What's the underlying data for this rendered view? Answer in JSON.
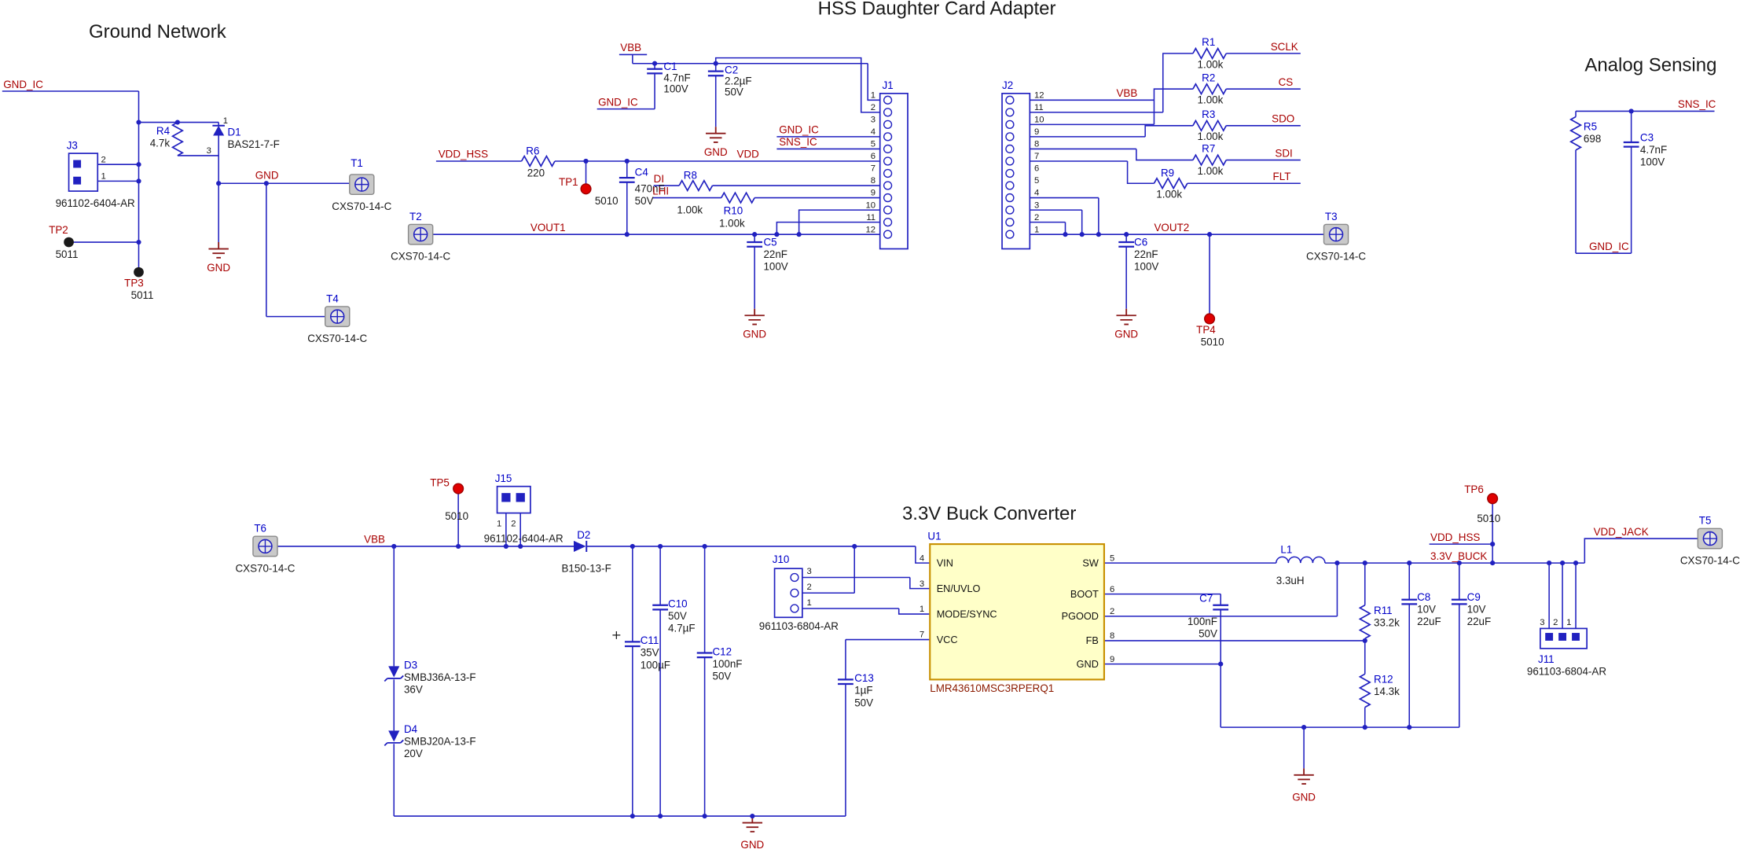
{
  "titles": {
    "ground_network": "Ground Network",
    "adapter": "HSS Daughter Card Adapter",
    "analog": "Analog Sensing",
    "buck": "3.3V Buck Converter"
  },
  "nets": {
    "gnd_ic": "GND_IC",
    "gnd": "GND",
    "vbb": "VBB",
    "vdd_hss": "VDD_HSS",
    "vdd": "VDD",
    "sns_ic": "SNS_IC",
    "sclk": "SCLK",
    "cs": "CS",
    "sdo": "SDO",
    "sdi": "SDI",
    "flt": "FLT",
    "di": "DI",
    "lhi": "LHI",
    "vout1": "VOUT1",
    "vout2": "VOUT2",
    "v33_buck": "3.3V_BUCK",
    "vdd_jack": "VDD_JACK"
  },
  "testpoints": {
    "tp1": "TP1",
    "tp2": "TP2",
    "tp3": "TP3",
    "tp4": "TP4",
    "tp5": "TP5",
    "tp6": "TP6",
    "val_5010": "5010",
    "val_5011": "5011"
  },
  "test_jacks": {
    "t1": "T1",
    "t2": "T2",
    "t3": "T3",
    "t4": "T4",
    "t5": "T5",
    "t6": "T6",
    "part": "CXS70-14-C"
  },
  "connectors": {
    "j1": {
      "ref": "J1",
      "pins": [
        "1",
        "2",
        "3",
        "4",
        "5",
        "6",
        "7",
        "8",
        "9",
        "10",
        "11",
        "12"
      ]
    },
    "j2": {
      "ref": "J2",
      "pins": [
        "12",
        "11",
        "10",
        "9",
        "8",
        "7",
        "6",
        "5",
        "4",
        "3",
        "2",
        "1"
      ]
    },
    "j3": {
      "ref": "J3",
      "part": "961102-6404-AR",
      "pin_top": "2",
      "pin_bottom": "1"
    },
    "j10": {
      "ref": "J10",
      "part": "961103-6804-AR",
      "pins": [
        "3",
        "2",
        "1"
      ]
    },
    "j11": {
      "ref": "J11",
      "part": "961103-6804-AR",
      "pins": [
        "3",
        "2",
        "1"
      ]
    },
    "j15": {
      "ref": "J15",
      "part": "961102-6404-AR",
      "pins": [
        "1",
        "2"
      ]
    }
  },
  "resistors": {
    "r1": {
      "ref": "R1",
      "value": "1.00k"
    },
    "r2": {
      "ref": "R2",
      "value": "1.00k"
    },
    "r3": {
      "ref": "R3",
      "value": "1.00k"
    },
    "r4": {
      "ref": "R4",
      "value": "4.7k"
    },
    "r5": {
      "ref": "R5",
      "value": "698"
    },
    "r6": {
      "ref": "R6",
      "value": "220"
    },
    "r7": {
      "ref": "R7",
      "value": "1.00k"
    },
    "r8": {
      "ref": "R8",
      "value": "1.00k"
    },
    "r9": {
      "ref": "R9",
      "value": "1.00k"
    },
    "r10": {
      "ref": "R10",
      "value": "1.00k"
    },
    "r11": {
      "ref": "R11",
      "value": "33.2k"
    },
    "r12": {
      "ref": "R12",
      "value": "14.3k"
    }
  },
  "capacitors": {
    "c1": {
      "ref": "C1",
      "l1": "4.7nF",
      "l2": "100V"
    },
    "c2": {
      "ref": "C2",
      "l1": "2.2µF",
      "l2": "50V"
    },
    "c3": {
      "ref": "C3",
      "l1": "4.7nF",
      "l2": "100V"
    },
    "c4": {
      "ref": "C4",
      "l1": "470nF",
      "l2": "50V"
    },
    "c5": {
      "ref": "C5",
      "l1": "22nF",
      "l2": "100V"
    },
    "c6": {
      "ref": "C6",
      "l1": "22nF",
      "l2": "100V"
    },
    "c7": {
      "ref": "C7",
      "l1": "100nF",
      "l2": "50V"
    },
    "c8": {
      "ref": "C8",
      "l1": "10V",
      "l2": "22uF"
    },
    "c9": {
      "ref": "C9",
      "l1": "10V",
      "l2": "22uF"
    },
    "c10": {
      "ref": "C10",
      "l1": "50V",
      "l2": "4.7µF"
    },
    "c11": {
      "ref": "C11",
      "l1": "35V",
      "l2": "100µF"
    },
    "c12": {
      "ref": "C12",
      "l1": "100nF",
      "l2": "50V"
    },
    "c13": {
      "ref": "C13",
      "l1": "1µF",
      "l2": "50V"
    }
  },
  "diodes": {
    "d1": {
      "ref": "D1",
      "part": "BAS21-7-F",
      "pin1": "1",
      "pin2": "3"
    },
    "d2": {
      "ref": "D2",
      "part": "B150-13-F"
    },
    "d3": {
      "ref": "D3",
      "part": "SMBJ36A-13-F",
      "value": "36V"
    },
    "d4": {
      "ref": "D4",
      "part": "SMBJ20A-13-F",
      "value": "20V"
    }
  },
  "inductor": {
    "ref": "L1",
    "value": "3.3uH"
  },
  "ic": {
    "ref": "U1",
    "part": "LMR43610MSC3RPERQ1",
    "pins": {
      "vin": "VIN",
      "en": "EN/UVLO",
      "mode": "MODE/SYNC",
      "vcc": "VCC",
      "sw": "SW",
      "boot": "BOOT",
      "pgood": "PGOOD",
      "fb": "FB",
      "gnd": "GND"
    },
    "numbers": {
      "vin": "4",
      "en": "3",
      "mode": "1",
      "vcc": "7",
      "sw": "5",
      "boot": "6",
      "pgood": "2",
      "fb": "8",
      "gnd": "9"
    }
  },
  "colors": {
    "wire": "#2121c0",
    "net_label": "#a80000",
    "reference": "#0000c8",
    "value_text": "#1a1a1a",
    "ic_fill": "#ffffc8",
    "ic_border": "#c89000",
    "testpoint_red": "#e00000",
    "ground_symbol": "#8b1a1a"
  }
}
